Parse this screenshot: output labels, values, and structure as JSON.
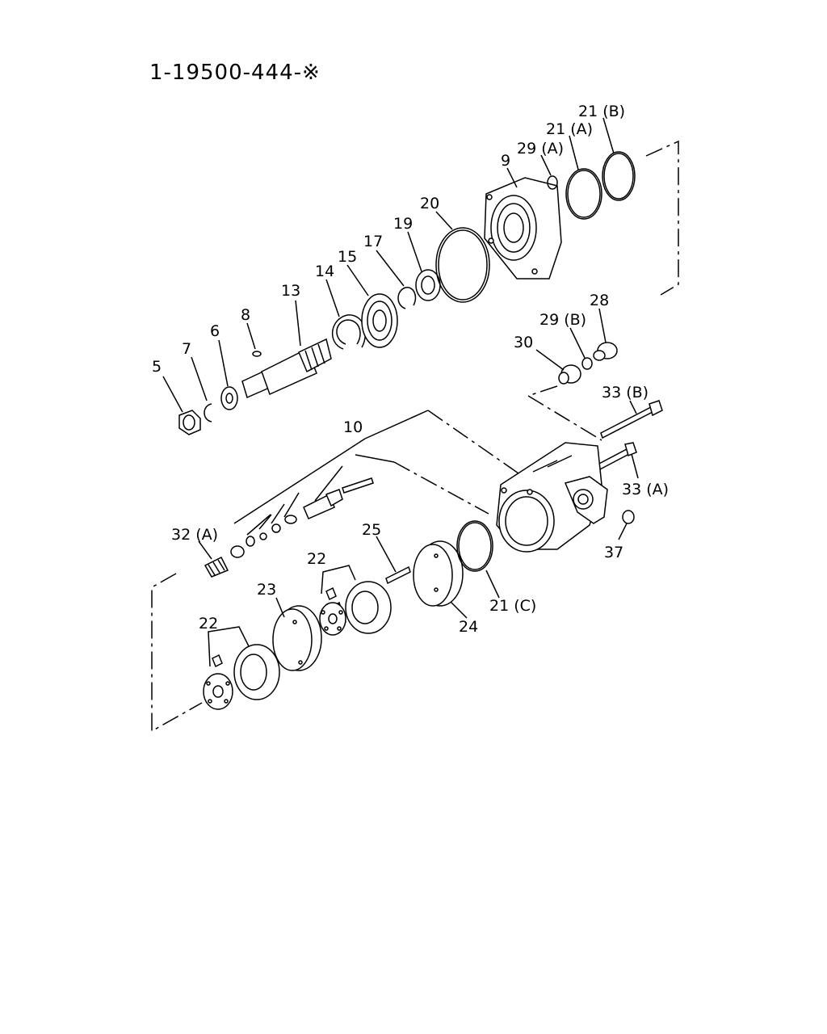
{
  "diagram": {
    "title": "1-19500-444-※",
    "labels": {
      "p5": "5",
      "p6": "6",
      "p7": "7",
      "p8": "8",
      "p9": "9",
      "p10": "10",
      "p13": "13",
      "p14": "14",
      "p15": "15",
      "p17": "17",
      "p19": "19",
      "p20": "20",
      "p21a": "21 (A)",
      "p21b": "21 (B)",
      "p21c": "21 (C)",
      "p22a": "22",
      "p22b": "22",
      "p23": "23",
      "p24": "24",
      "p25": "25",
      "p28": "28",
      "p29a": "29 (A)",
      "p29b": "29 (B)",
      "p30": "30",
      "p32a": "32 (A)",
      "p33a": "33 (A)",
      "p33b": "33 (B)",
      "p37": "37"
    }
  }
}
